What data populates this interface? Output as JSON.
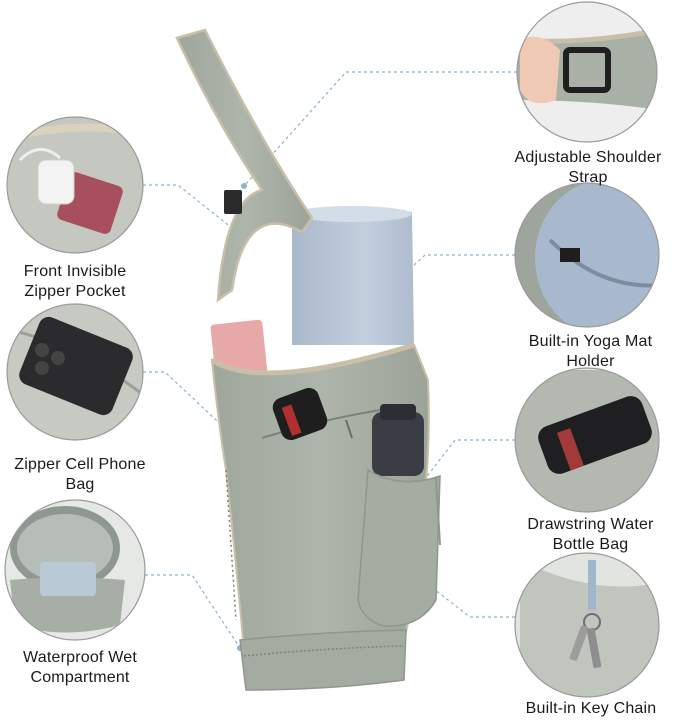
{
  "features": {
    "front_pocket": {
      "line1": "Front Invisible",
      "line2": "Zipper Pocket",
      "icon": "pocket-zipper-icon"
    },
    "phone_bag": {
      "line1": "Zipper Cell Phone",
      "line2": "Bag",
      "icon": "phone-icon"
    },
    "wet_compartment": {
      "line1": "Waterproof Wet",
      "line2": "Compartment",
      "icon": "wet-bag-icon"
    },
    "shoulder_strap": {
      "line1": "Adjustable Shoulder",
      "line2": "Strap",
      "icon": "strap-buckle-icon"
    },
    "mat_holder": {
      "line1": "Built-in Yoga Mat",
      "line2": "Holder",
      "icon": "yoga-mat-icon"
    },
    "bottle_bag": {
      "line1": "Drawstring Water",
      "line2": "Bottle Bag",
      "icon": "water-bottle-icon"
    },
    "key_chain": {
      "line1": "Built-in Key Chain",
      "line2": "",
      "icon": "keys-icon"
    }
  },
  "colors": {
    "bag": "#a9b0a6",
    "bag_dark": "#8f968c",
    "trim": "#c9bfa8",
    "mat": "#b9c6d6",
    "pink": "#e6a9a8",
    "connector": "#8ab4cc",
    "circle_border": "#9a9a9a"
  }
}
